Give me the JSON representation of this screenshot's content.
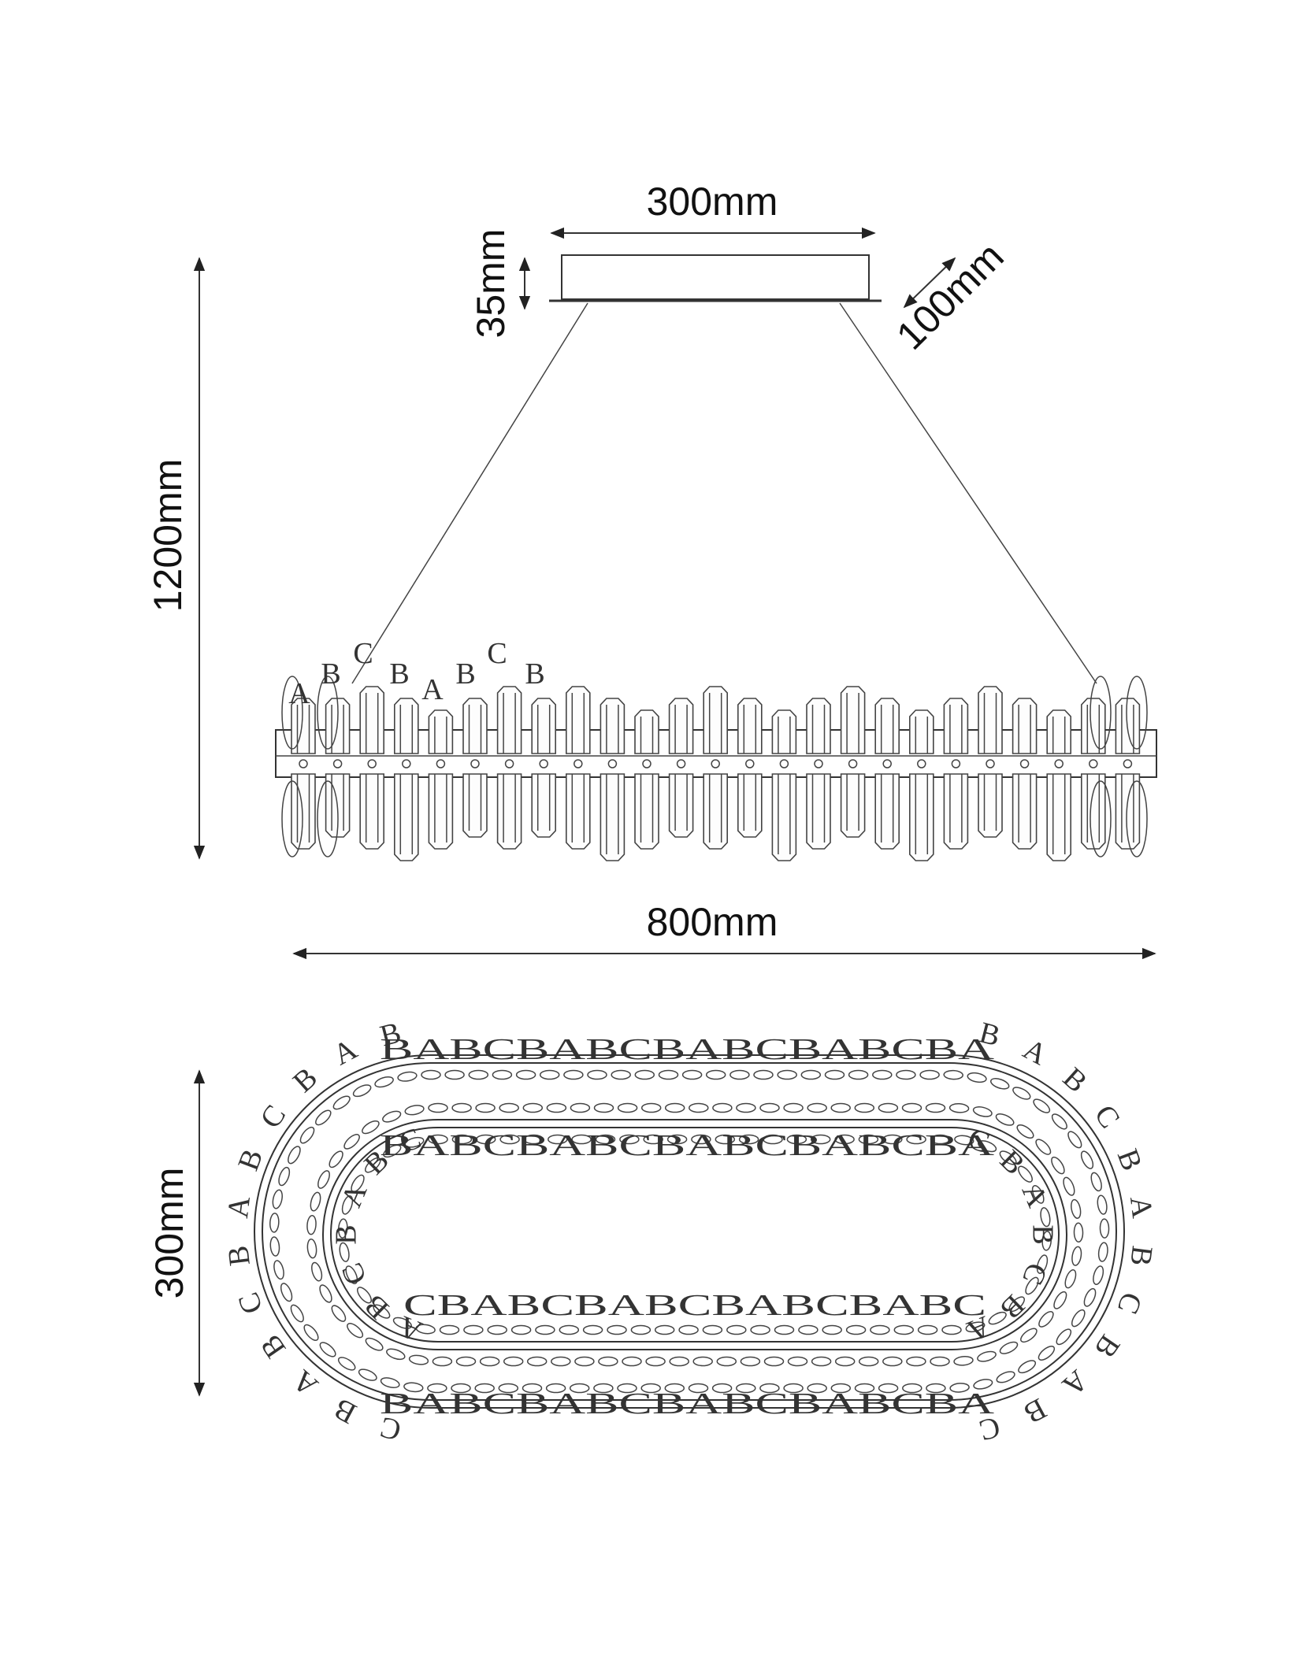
{
  "dimensions": {
    "canopy_width": "300mm",
    "canopy_height": "35mm",
    "canopy_depth": "100mm",
    "overall_height": "1200mm",
    "fixture_length": "800mm",
    "fixture_depth": "300mm"
  },
  "side_view": {
    "crystal_labels": [
      "A",
      "B",
      "C",
      "B",
      "A",
      "B",
      "C",
      "B"
    ]
  },
  "top_view": {
    "outer_top": "BABCBABCBABCBABCBA",
    "inner_top": "BABCBABCBABCBABCBA",
    "inner_bottom": "CBABCBABCBABCBABC",
    "outer_bottom": "BABCBABCBABCBABCBA"
  },
  "colors": {
    "line": "#333333",
    "background": "#ffffff"
  }
}
